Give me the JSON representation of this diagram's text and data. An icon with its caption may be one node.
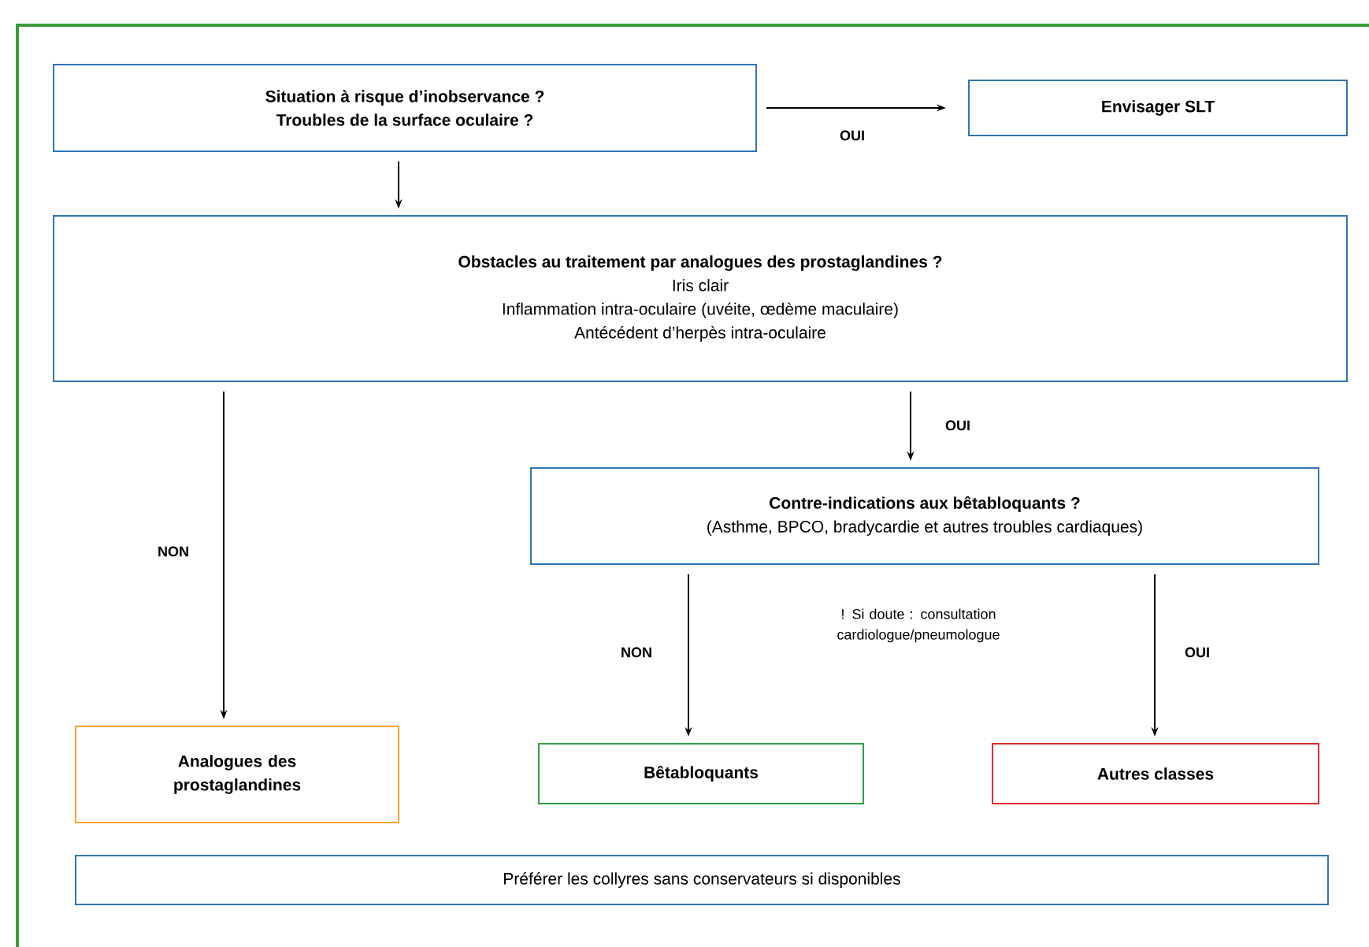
{
  "diagram": {
    "nodes": [
      {
        "text": [
          "Situation à risque d’inobservance ?",
          "Troubles de la surface oculaire ?"
        ]
      },
      {
        "text": [
          "Envisager SLT"
        ]
      },
      {
        "text": [
          "Obstacles au traitement par analogues des prostaglandines ?",
          "Iris clair",
          "Inflammation intra-oculaire (uvéite, œdème maculaire)",
          "Antécédent d’herpès intra-oculaire"
        ]
      },
      {
        "text": [
          "Contre-indications aux bêtabloquants ?",
          "(Asthme, BPCO, bradycardie et autres troubles cardiaques)"
        ]
      },
      {
        "text": [
          "Analogues des prostaglandines"
        ]
      },
      {
        "text": [
          "Bêtabloquants"
        ]
      },
      {
        "text": [
          "Autres classes"
        ]
      },
      {
        "text": [
          "Préférer les collyres sans conservateurs si disponibles"
        ]
      }
    ],
    "edges": [
      {
        "from": 0,
        "to": 1,
        "arrow": "to",
        "label": "OUI"
      },
      {
        "from": 0,
        "to": 2,
        "arrow": "to"
      },
      {
        "from": 2,
        "to": 3,
        "arrow": "to",
        "label": "OUI"
      },
      {
        "from": 2,
        "to": 4,
        "arrow": "to",
        "label": "NON"
      },
      {
        "from": 3,
        "to": 5,
        "arrow": "to",
        "label": "NON"
      },
      {
        "from": 3,
        "to": 6,
        "arrow": "to",
        "label": "OUI"
      }
    ],
    "labels": [
      "! Si doute : consultation cardiologue/pneumologue"
    ]
  }
}
